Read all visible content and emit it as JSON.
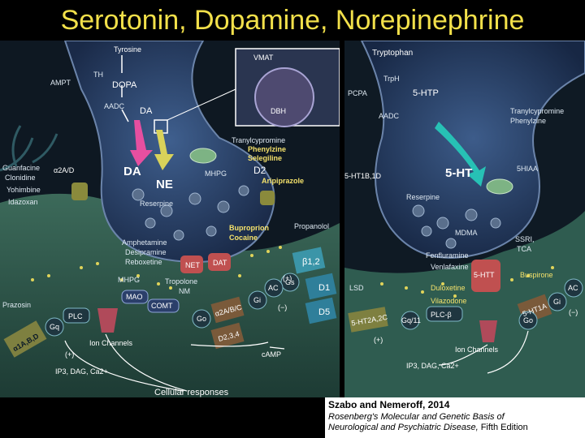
{
  "slide": {
    "title": "Serotonin, Dopamine, Norepinephrine"
  },
  "citation": {
    "authors": "Szabo and Nemeroff, 2014",
    "book_line1": "Rosenberg's Molecular and Genetic Basis of",
    "book_line2": "Neurological and Psychiatric Disease,",
    "edition": " Fifth Edition"
  },
  "left_panel": {
    "tyrosine": "Tyrosine",
    "th": "TH",
    "ampt": "AMPT",
    "dopa": "DOPA",
    "aadc": "AADC",
    "da_small": "DA",
    "vmat": "VMAT",
    "dbh": "DBH",
    "da_big": "DA",
    "ne_big": "NE",
    "tranylcypromine": "Tranylcypromine",
    "phenylzine": "Phenylzine",
    "selegiline": "Selegiline",
    "mhpg_top": "MHPG",
    "d2": "D2",
    "aripiprazole": "Aripiprazole",
    "guanfacine": "Guanfacine",
    "clonidine": "Clonidine",
    "yohimbine": "Yohimbine",
    "idazoxan": "Idazoxan",
    "alpha2": "α2A/D",
    "reserpine": "Reserpine",
    "bupropion": "Buproprion",
    "cocaine": "Cocaine",
    "propanolol": "Propanolol",
    "amphetamine": "Amphetamine",
    "desipramine": "Desipramine",
    "reboxetine": "Reboxetine",
    "net": "NET",
    "dat": "DAT",
    "beta12": "β1,2",
    "mhpg_bottom": "MHPG",
    "tropolone": "Tropolone",
    "mao": "MAO",
    "comt": "COMT",
    "nm": "NM",
    "ac": "AC",
    "gs": "Gs",
    "d1": "D1",
    "d5": "D5",
    "prazosin": "Prazosin",
    "plc": "PLC",
    "gq": "Gq",
    "alpha1": "α1A,B,D",
    "alpha2bc": "α2A/B/C",
    "gi": "Gi",
    "minus": "(−)",
    "plus": "(+)",
    "go": "Go",
    "d234": "D2,3,4",
    "ion_channels": "Ion Channels",
    "camp": "cAMP",
    "ip3": "IP3, DAG, Ca2+",
    "cellular": "Cellular responses"
  },
  "right_panel": {
    "tryptophan": "Tryptophan",
    "trph": "TrpH",
    "pcpa": "PCPA",
    "htp": "5-HTP",
    "aadc": "AADC",
    "tranylcypromine": "Tranylcypromine",
    "phenylzine": "Phenylzine",
    "ht_big": "5-HT",
    "hiaa": "5HIAA",
    "ht1bd": "5-HT1B,1D",
    "reserpine": "Reserpine",
    "mdma": "MDMA",
    "ssri": "SSRI,",
    "tca": "TCA",
    "fenfluramine": "Fenfluramine",
    "venlafaxine": "Venlafaxine",
    "duloxetine": "Duloxetine",
    "sert": "5-HTT",
    "buspirone": "Buspirone",
    "lsd": "LSD",
    "vilazodone": "Vilazodone",
    "ht2": "5-HT2A,2C",
    "gq11": "Gq/11",
    "plcb": "PLC-β",
    "ht1a": "5-HT1A",
    "gi": "Gi",
    "ac": "AC",
    "minus": "(−)",
    "plus": "(+)",
    "go": "Go",
    "ion_channels": "Ion Channels",
    "ip3": "IP3, DAG, Ca2+"
  }
}
